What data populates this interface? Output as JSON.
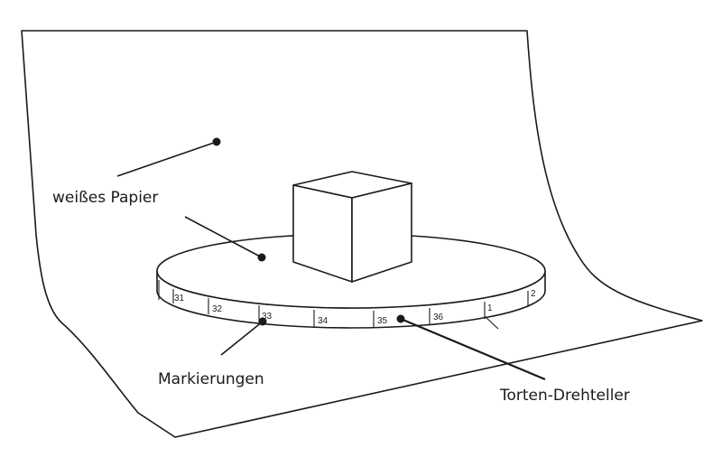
{
  "labels": {
    "paper": "weißes Papier",
    "markings": "Markierungen",
    "turntable": "Torten-Drehteller"
  },
  "scale_marks": [
    "31",
    "32",
    "33",
    "34",
    "35",
    "36",
    "1",
    "2"
  ],
  "colors": {
    "line": "#1a1a1a",
    "background": "#ffffff"
  }
}
